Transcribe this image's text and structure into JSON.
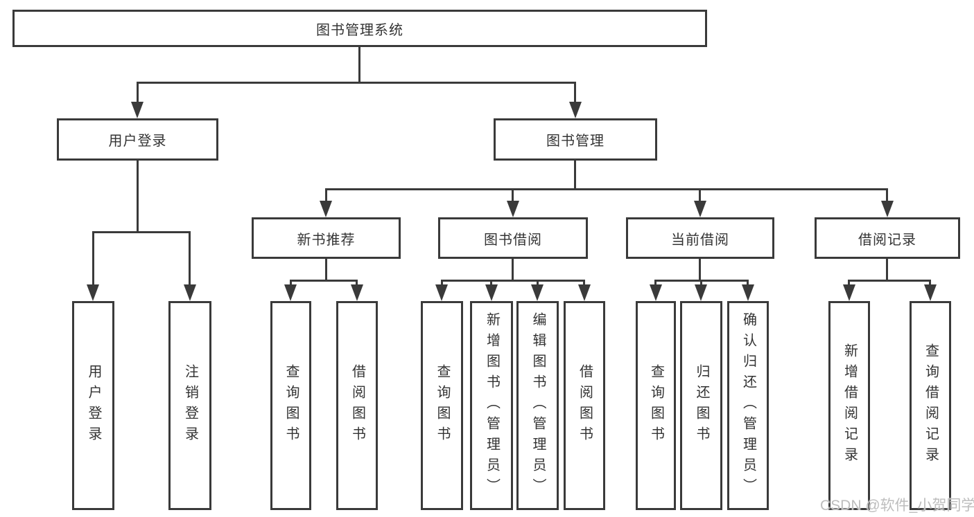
{
  "tree": {
    "root": {
      "label": "图书管理系统",
      "children": [
        {
          "label": "用户登录",
          "children": [
            {
              "label": "用户登录"
            },
            {
              "label": "注销登录"
            }
          ]
        },
        {
          "label": "图书管理",
          "children": [
            {
              "label": "新书推荐",
              "children": [
                {
                  "label": "查询图书"
                },
                {
                  "label": "借阅图书"
                }
              ]
            },
            {
              "label": "图书借阅",
              "children": [
                {
                  "label": "查询图书"
                },
                {
                  "label": "新增图书（管理员）"
                },
                {
                  "label": "编辑图书（管理员）"
                },
                {
                  "label": "借阅图书"
                }
              ]
            },
            {
              "label": "当前借阅",
              "children": [
                {
                  "label": "查询图书"
                },
                {
                  "label": "归还图书"
                },
                {
                  "label": "确认归还（管理员）"
                }
              ]
            },
            {
              "label": "借阅记录",
              "children": [
                {
                  "label": "新增借阅记录"
                },
                {
                  "label": "查询借阅记录"
                }
              ]
            }
          ]
        }
      ]
    }
  },
  "watermark": "CSDN @软件_小贺同学",
  "colors": {
    "line": "#3a3a3a",
    "text": "#333333",
    "watermark": "#bdbdbd",
    "background": "#ffffff"
  }
}
